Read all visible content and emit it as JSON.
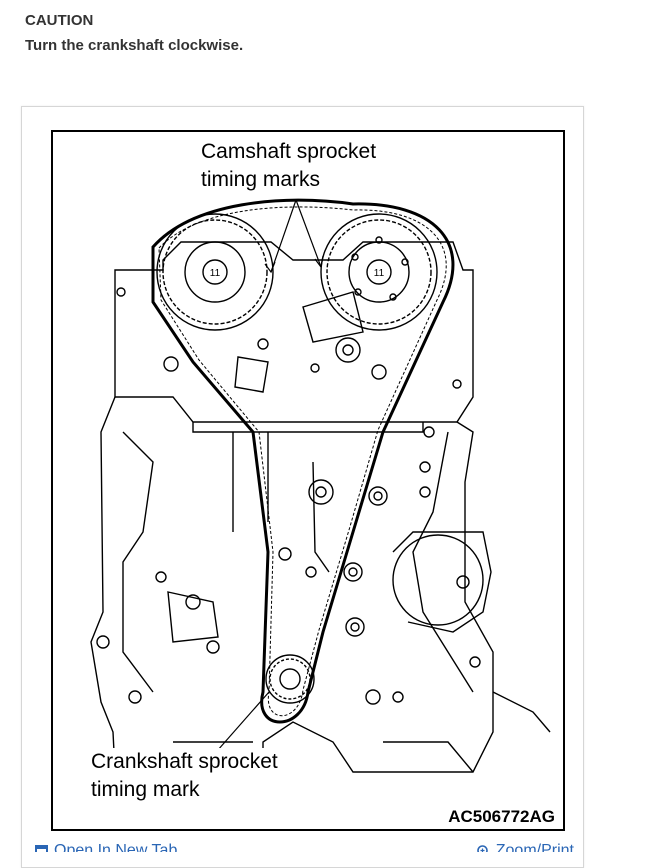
{
  "caution": {
    "title": "CAUTION",
    "text": "Turn the crankshaft clockwise."
  },
  "figure": {
    "callout_camshaft_line1": "Camshaft sprocket",
    "callout_camshaft_line2": "timing marks",
    "callout_crankshaft_line1": "Crankshaft sprocket",
    "callout_crankshaft_line2": "timing mark",
    "figure_id": "AC506772AG",
    "sprocket_bolt_label": "11"
  },
  "footer": {
    "open_tab_label": "Open In New Tab",
    "zoom_label": "Zoom/Print",
    "open_tab_icon": "open-in-new-tab-icon",
    "zoom_icon": "zoom-icon",
    "link_color": "#2a66b5"
  }
}
